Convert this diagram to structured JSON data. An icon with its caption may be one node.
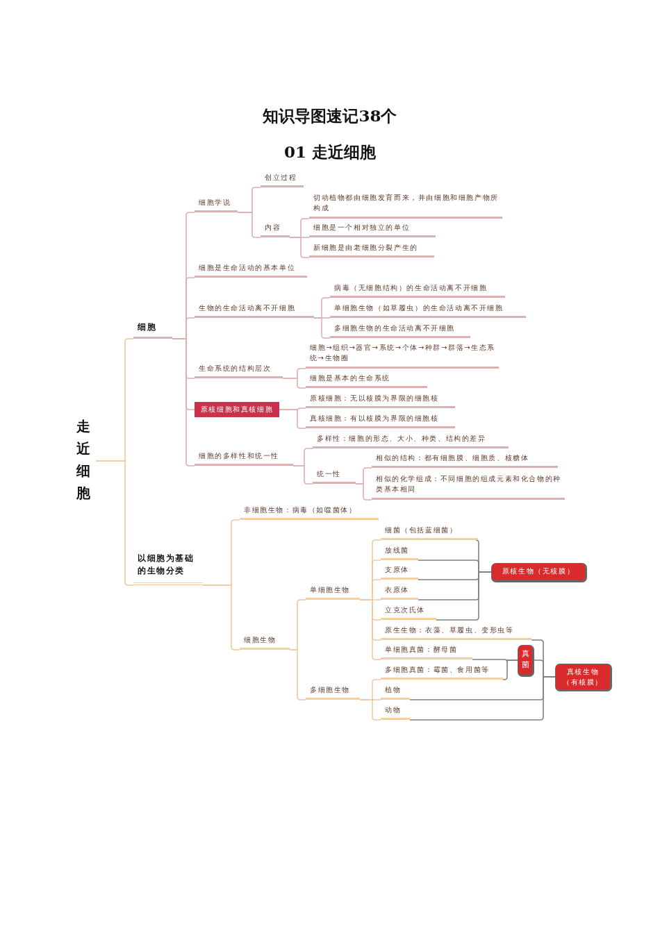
{
  "diagram": {
    "title": "知识导图速记38个",
    "nodes": [
      {
        "text": [
          "走近细胞"
        ]
      },
      {
        "text": [
          "细胞"
        ]
      },
      {
        "text": [
          "细胞学说"
        ]
      },
      {
        "text": [
          "创立过程"
        ]
      },
      {
        "text": [
          "内容"
        ]
      },
      {
        "text": [
          "切动植物都由细胞发育而来，并由细胞和细胞产物所构成"
        ]
      },
      {
        "text": [
          "细胞是一个相对独立的单位"
        ]
      },
      {
        "text": [
          "新细胞是由老细胞分裂产生的"
        ]
      },
      {
        "text": [
          "细胞是生命活动的基本单位"
        ]
      },
      {
        "text": [
          "生物的生命活动离不开细胞"
        ]
      },
      {
        "text": [
          "病毒（无细胞结构）的生命活动离不开细胞"
        ]
      },
      {
        "text": [
          "单细胞生物（如草履虫）的生命活动离不开细胞"
        ]
      },
      {
        "text": [
          "多细胞生物的生命活动离不开细胞"
        ]
      },
      {
        "text": [
          "生命系统的结构层次"
        ]
      },
      {
        "text": [
          "细胞→组织→器官→系统→个体→种群→群落→生态系统→生物圈"
        ]
      },
      {
        "text": [
          "细胞是基本的生命系统"
        ]
      },
      {
        "text": [
          "原核细胞和真核细胞"
        ]
      },
      {
        "text": [
          "原核细胞：无以核膜为界限的细胞核"
        ]
      },
      {
        "text": [
          "真核细胞：有以核膜为界限的细胞核"
        ]
      },
      {
        "text": [
          "细胞的多样性和统一性"
        ]
      },
      {
        "text": [
          "多样性：细胞的形态、大小、种类、结构的差异"
        ]
      },
      {
        "text": [
          "统一性"
        ]
      },
      {
        "text": [
          "相似的结构：都有细胞膜、细胞质、核糖体"
        ]
      },
      {
        "text": [
          "相似的化学组成：不同细胞的组成元素和化合物的种类基本相同"
        ]
      },
      {
        "text": [
          "以细胞为基础的生物分类"
        ]
      },
      {
        "text": [
          "非细胞生物：病毒（如噬菌体）"
        ]
      },
      {
        "text": [
          "细胞生物"
        ]
      },
      {
        "text": [
          "单细胞生物"
        ]
      },
      {
        "text": [
          "多细胞生物"
        ]
      },
      {
        "text": [
          "细菌（包括蓝细菌）"
        ]
      },
      {
        "text": [
          "放线菌"
        ]
      },
      {
        "text": [
          "支原体"
        ]
      },
      {
        "text": [
          "衣原体"
        ]
      },
      {
        "text": [
          "立克次氏体"
        ]
      },
      {
        "text": [
          "原生生物：衣藻、草履虫、变形虫等"
        ]
      },
      {
        "text": [
          "单细胞真菌：酵母菌"
        ]
      },
      {
        "text": [
          "多细胞真菌：霉菌、食用菌等"
        ]
      },
      {
        "text": [
          "植物"
        ]
      },
      {
        "text": [
          "动物"
        ]
      },
      {
        "text": [
          "原核生物（无核膜）"
        ]
      },
      {
        "text": [
          "真菌"
        ]
      },
      {
        "text": [
          "真核生物（有核膜）"
        ]
      }
    ],
    "edges": [
      {
        "from": 0,
        "to": 1,
        "arrow": "none",
        "color": "#f0c8a0"
      },
      {
        "from": 0,
        "to": 24,
        "arrow": "none",
        "color": "#f0c8a0"
      },
      {
        "from": 1,
        "to": 2,
        "arrow": "none"
      },
      {
        "from": 1,
        "to": 8,
        "arrow": "none"
      },
      {
        "from": 1,
        "to": 9,
        "arrow": "none"
      },
      {
        "from": 1,
        "to": 13,
        "arrow": "none"
      },
      {
        "from": 1,
        "to": 16,
        "arrow": "none"
      },
      {
        "from": 1,
        "to": 19,
        "arrow": "none"
      },
      {
        "from": 2,
        "to": 3,
        "arrow": "none"
      },
      {
        "from": 2,
        "to": 4,
        "arrow": "none"
      },
      {
        "from": 4,
        "to": 5,
        "arrow": "none"
      },
      {
        "from": 4,
        "to": 6,
        "arrow": "none"
      },
      {
        "from": 4,
        "to": 7,
        "arrow": "none"
      },
      {
        "from": 9,
        "to": 10,
        "arrow": "none"
      },
      {
        "from": 9,
        "to": 11,
        "arrow": "none"
      },
      {
        "from": 9,
        "to": 12,
        "arrow": "none"
      },
      {
        "from": 13,
        "to": 14,
        "arrow": "none"
      },
      {
        "from": 13,
        "to": 15,
        "arrow": "none"
      },
      {
        "from": 16,
        "to": 17,
        "arrow": "none"
      },
      {
        "from": 16,
        "to": 18,
        "arrow": "none"
      },
      {
        "from": 19,
        "to": 20,
        "arrow": "none"
      },
      {
        "from": 19,
        "to": 21,
        "arrow": "none"
      },
      {
        "from": 21,
        "to": 22,
        "arrow": "none"
      },
      {
        "from": 21,
        "to": 23,
        "arrow": "none"
      },
      {
        "from": 24,
        "to": 25,
        "arrow": "none",
        "color": "#f0c8a0"
      },
      {
        "from": 24,
        "to": 26,
        "arrow": "none",
        "color": "#f0c8a0"
      },
      {
        "from": 26,
        "to": 27,
        "arrow": "none",
        "color": "#f0c8a0"
      },
      {
        "from": 26,
        "to": 28,
        "arrow": "none",
        "color": "#f0c8a0"
      },
      {
        "from": 27,
        "to": 29,
        "arrow": "none",
        "color": "#f0c8a0"
      },
      {
        "from": 27,
        "to": 30,
        "arrow": "none",
        "color": "#f0c8a0"
      },
      {
        "from": 27,
        "to": 31,
        "arrow": "none",
        "color": "#f0c8a0"
      },
      {
        "from": 27,
        "to": 32,
        "arrow": "none",
        "color": "#f0c8a0"
      },
      {
        "from": 27,
        "to": 33,
        "arrow": "none",
        "color": "#f0c8a0"
      },
      {
        "from": 27,
        "to": 34,
        "arrow": "none",
        "color": "#f0c8a0"
      },
      {
        "from": 27,
        "to": 35,
        "arrow": "none",
        "color": "#f0c8a0"
      },
      {
        "from": 28,
        "to": 36,
        "arrow": "none",
        "color": "#f0c8a0"
      },
      {
        "from": 28,
        "to": 37,
        "arrow": "none",
        "color": "#f0c8a0"
      },
      {
        "from": 28,
        "to": 38,
        "arrow": "none",
        "color": "#f0c8a0"
      },
      {
        "from": 29,
        "to": 39,
        "arrow": "none",
        "color": "#808080"
      },
      {
        "from": 30,
        "to": 39,
        "arrow": "none",
        "color": "#808080"
      },
      {
        "from": 31,
        "to": 39,
        "arrow": "none",
        "color": "#808080"
      },
      {
        "from": 32,
        "to": 39,
        "arrow": "none",
        "color": "#808080"
      },
      {
        "from": 33,
        "to": 39,
        "arrow": "none",
        "color": "#808080"
      },
      {
        "from": 35,
        "to": 40,
        "arrow": "none",
        "color": "#808080"
      },
      {
        "from": 36,
        "to": 40,
        "arrow": "none",
        "color": "#808080"
      },
      {
        "from": 34,
        "to": 41,
        "arrow": "none",
        "color": "#808080"
      },
      {
        "from": 40,
        "to": 41,
        "arrow": "none",
        "color": "#808080"
      },
      {
        "from": 37,
        "to": 41,
        "arrow": "none",
        "color": "#808080"
      },
      {
        "from": 38,
        "to": 41,
        "arrow": "none",
        "color": "#808080"
      }
    ],
    "labels": [
      "01 走近细胞"
    ]
  }
}
